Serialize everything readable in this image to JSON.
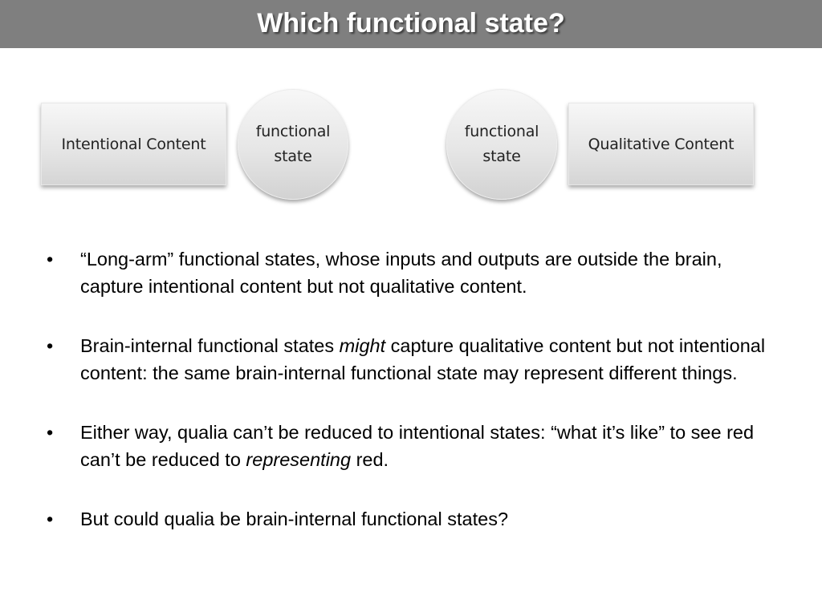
{
  "slide": {
    "title": "Which functional state?",
    "diagram": {
      "left_box": "Intentional Content",
      "left_circle": "functional state",
      "right_circle": "functional state",
      "right_box": "Qualitative Content"
    },
    "bullet_marker": "•",
    "bullets": [
      {
        "text": "“Long-arm” functional states, whose inputs and outputs are outside the brain, capture intentional content but not qualitative content."
      },
      {
        "text_before": "Brain-internal functional states ",
        "emphasis": "might",
        "text_after": " capture qualitative content but not intentional content: the same brain-internal functional state may represent different things."
      },
      {
        "text_before": "Either way, qualia can’t be reduced to intentional states:  “what it’s like” to see red can’t be reduced to ",
        "emphasis": "representing",
        "text_after": " red."
      },
      {
        "text": "But could qualia be brain-internal functional states?"
      }
    ]
  },
  "colors": {
    "title_bar": "#7f7f7f",
    "title_text": "#ffffff",
    "shape_fill_top": "#f7f7f7",
    "shape_fill_bottom": "#d5d5d5",
    "body_text": "#000000"
  }
}
